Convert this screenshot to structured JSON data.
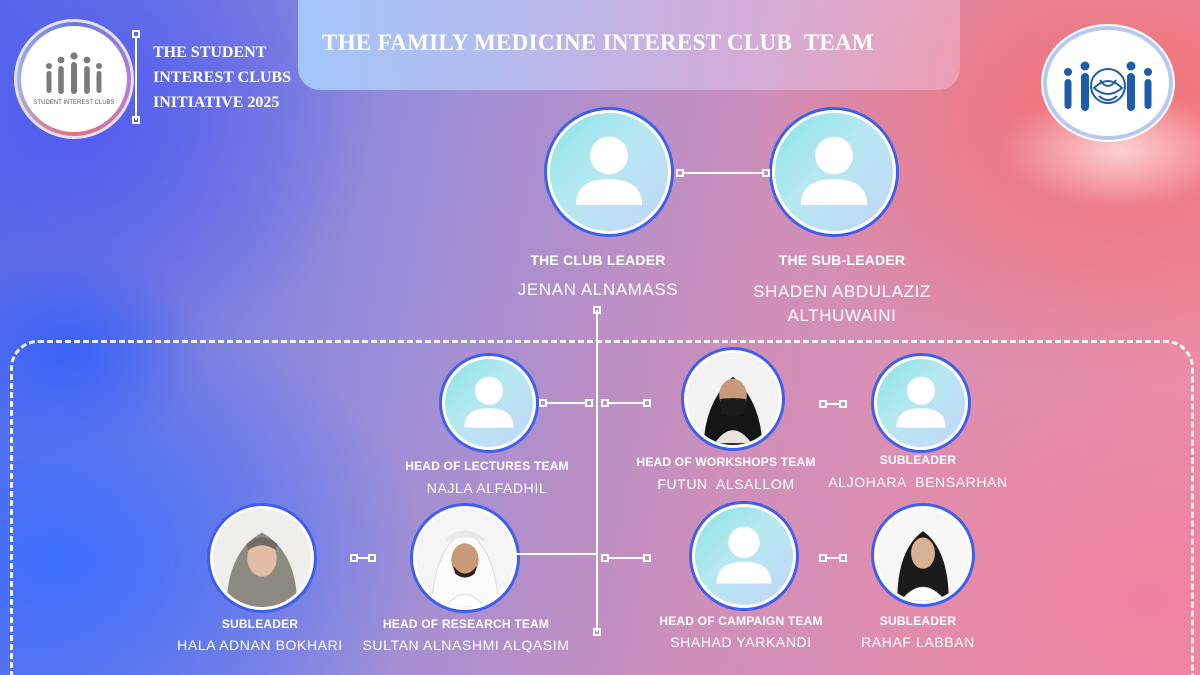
{
  "title": "THE FAMILY MEDICINE INTEREST CLUB  TEAM",
  "initiative": {
    "line1": "THE STUDENT",
    "line2": "INTEREST CLUBS",
    "line3": "INITIATIVE 2025",
    "logo_tag": "STUDENT INTEREST CLUBS"
  },
  "colors": {
    "avatar_ring": "#3d5ff0",
    "avatar_fill": "#8be3e6",
    "text": "#ffffff"
  },
  "members": {
    "leader": {
      "role": "THE CLUB LEADER",
      "name": "JENAN ALNAMASS",
      "icon": "user-silhouette-icon"
    },
    "subleader_top": {
      "role": "THE SUB-LEADER",
      "name": "SHADEN ABDULAZIZ\nALTHUWAINI",
      "icon": "user-silhouette-icon"
    },
    "lectures": {
      "role": "HEAD OF LECTURES TEAM",
      "name": "NAJLA ALFADHIL",
      "icon": "user-silhouette-icon"
    },
    "workshops": {
      "role": "HEAD OF WORKSHOPS TEAM",
      "name": "FUTUN  ALSALLOM",
      "icon": "person-photo"
    },
    "workshops_sub": {
      "role": "SUBLEADER",
      "name": "ALJOHARA  BENSARHAN",
      "icon": "user-silhouette-icon"
    },
    "research_sub": {
      "role": "SUBLEADER",
      "name": "HALA ADNAN BOKHARI",
      "icon": "person-photo"
    },
    "research": {
      "role": "HEAD OF RESEARCH TEAM",
      "name": "SULTAN ALNASHMI ALQASIM",
      "icon": "person-photo"
    },
    "campaign": {
      "role": "HEAD OF CAMPAIGN TEAM",
      "name": "SHAHAD YARKANDI",
      "icon": "user-silhouette-icon"
    },
    "campaign_sub": {
      "role": "SUBLEADER",
      "name": "RAHAF LABBAN",
      "icon": "person-photo"
    }
  }
}
